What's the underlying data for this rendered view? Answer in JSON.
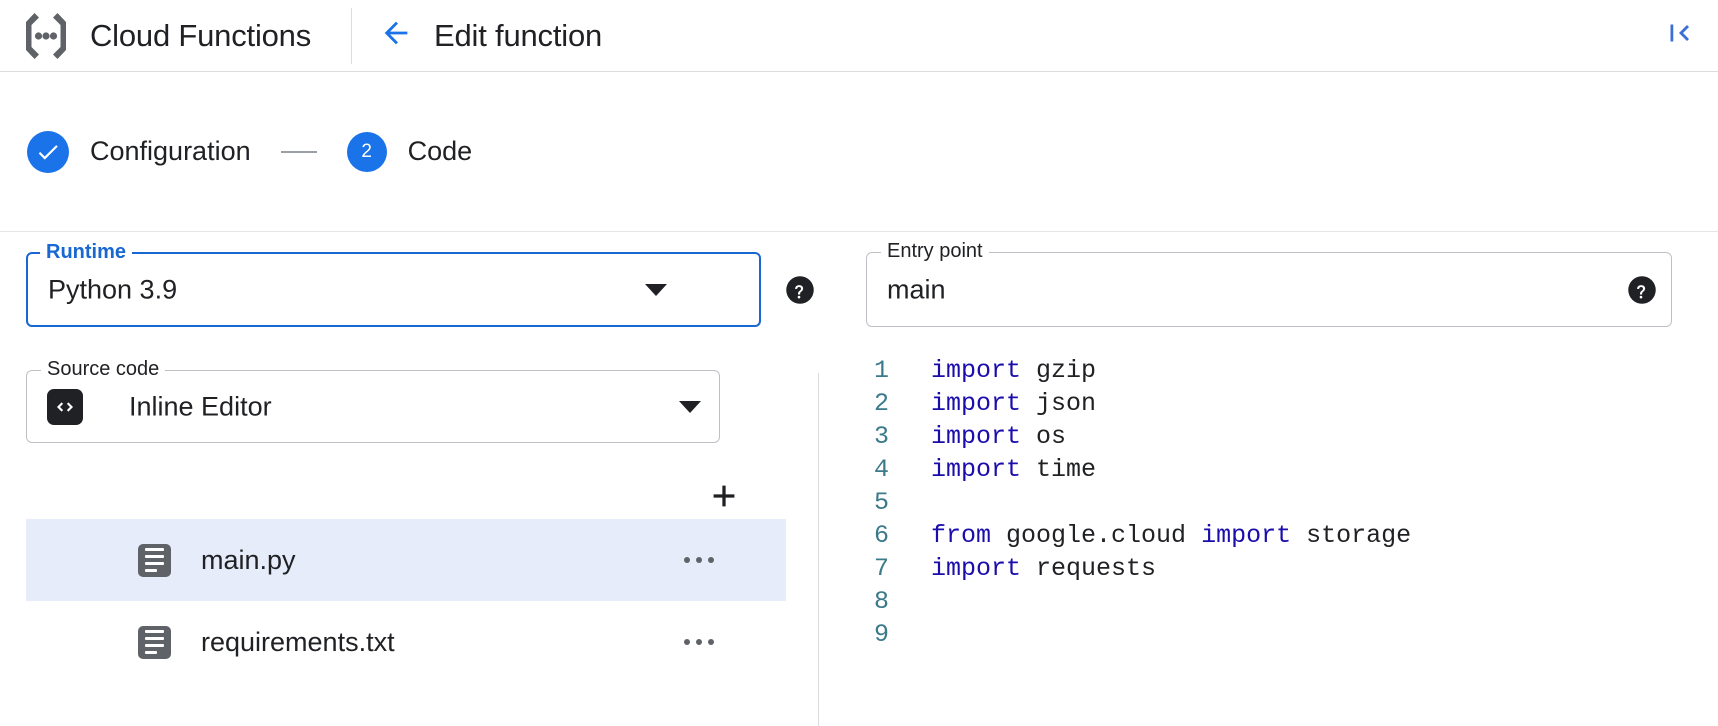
{
  "header": {
    "logo_icon": "cloud-functions-logo",
    "brand_title": "Cloud Functions",
    "back_icon": "arrow-left-icon",
    "page_title": "Edit function",
    "collapse_icon": "collapse-panel-left-icon"
  },
  "stepper": {
    "steps": [
      {
        "marker": "✓",
        "state": "completed",
        "label": "Configuration",
        "icon": "check-icon"
      },
      {
        "marker": "2",
        "state": "active",
        "label": "Code",
        "icon": "step-number-2"
      }
    ],
    "connector": "—"
  },
  "form": {
    "runtime": {
      "label": "Runtime",
      "value": "Python 3.9",
      "focused": true,
      "dropdown_icon": "chevron-down-icon",
      "help_icon": "help-icon"
    },
    "entry_point": {
      "label": "Entry point",
      "value": "main",
      "focused": false,
      "help_icon": "help-icon"
    },
    "source_code": {
      "label": "Source code",
      "value": "Inline Editor",
      "leading_icon": "code-brackets-icon",
      "dropdown_icon": "chevron-down-icon"
    }
  },
  "files": {
    "add_button_icon": "plus-icon",
    "more_icon": "more-horizontal-icon",
    "items": [
      {
        "name": "main.py",
        "icon": "file-document-icon",
        "selected": true
      },
      {
        "name": "requirements.txt",
        "icon": "file-document-icon",
        "selected": false
      }
    ]
  },
  "editor": {
    "language": "python",
    "lines": [
      {
        "n": "1",
        "tokens": [
          {
            "t": "import",
            "k": "kw"
          },
          {
            "t": " gzip",
            "k": ""
          }
        ]
      },
      {
        "n": "2",
        "tokens": [
          {
            "t": "import",
            "k": "kw"
          },
          {
            "t": " json",
            "k": ""
          }
        ]
      },
      {
        "n": "3",
        "tokens": [
          {
            "t": "import",
            "k": "kw"
          },
          {
            "t": " os",
            "k": ""
          }
        ]
      },
      {
        "n": "4",
        "tokens": [
          {
            "t": "import",
            "k": "kw"
          },
          {
            "t": " time",
            "k": ""
          }
        ]
      },
      {
        "n": "5",
        "tokens": []
      },
      {
        "n": "6",
        "tokens": [
          {
            "t": "from",
            "k": "kw"
          },
          {
            "t": " google.cloud ",
            "k": ""
          },
          {
            "t": "import",
            "k": "kw"
          },
          {
            "t": " storage",
            "k": ""
          }
        ]
      },
      {
        "n": "7",
        "tokens": [
          {
            "t": "import",
            "k": "kw"
          },
          {
            "t": " requests",
            "k": ""
          }
        ]
      },
      {
        "n": "8",
        "tokens": []
      },
      {
        "n": "9",
        "tokens": []
      }
    ]
  },
  "colors": {
    "accent_blue": "#1a73e8",
    "focus_blue": "#1967d2",
    "keyword_blue": "#1a0dab",
    "line_number": "#3b7a8a",
    "selected_row": "#e6ecfa",
    "border_gray": "#bdc1c6",
    "icon_gray": "#5f6368"
  }
}
